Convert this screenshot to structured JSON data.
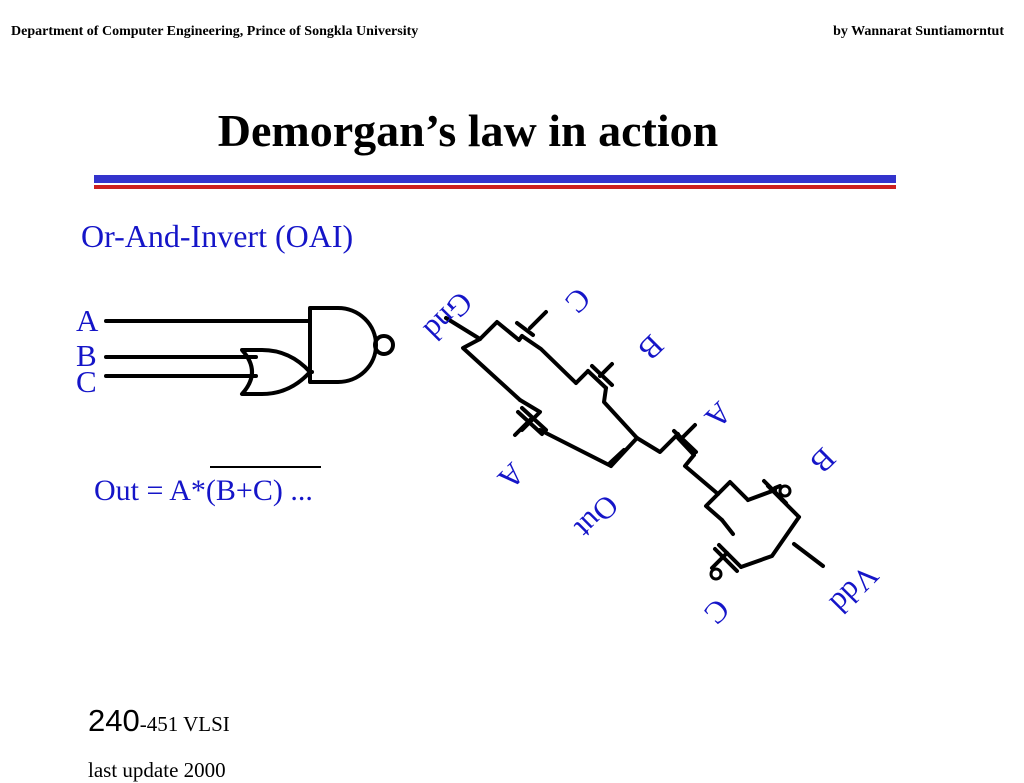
{
  "colors": {
    "accent_blue": "#1515c8",
    "rule_blue": "#3333cc",
    "rule_red": "#cc1f1f",
    "ink": "#000000"
  },
  "header": {
    "left": "Department of Computer Engineering, Prince of Songkla University",
    "right": "by Wannarat Suntiamorntut"
  },
  "title": "Demorgan’s law in action",
  "subtitle": "Or-And-Invert (OAI)",
  "gate_inputs": {
    "a": "A",
    "b": "B",
    "c": "C"
  },
  "equation": {
    "prefix": "Out = ",
    "body": "A*(B+C)",
    "suffix": " ..."
  },
  "transistor_labels": {
    "gnd": "Gnd",
    "c_top": "C",
    "b_top": "B",
    "a_left": "A",
    "a_mid": "A",
    "out": "Out",
    "b_right": "B",
    "vdd": "Vdd",
    "c_bottom": "C"
  },
  "footer": {
    "course_number": "240",
    "course_rest": "-451  VLSI",
    "date": "last update 2000"
  }
}
